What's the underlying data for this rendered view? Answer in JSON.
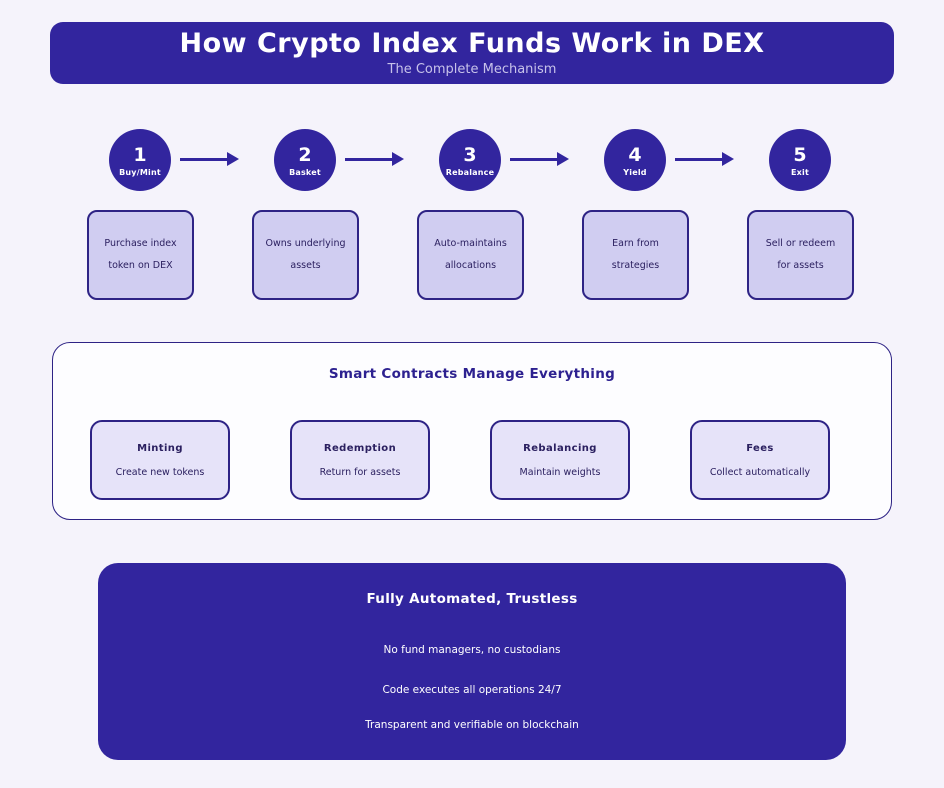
{
  "page": {
    "background": "#f5f3fb",
    "accent_dark": "#32259e",
    "step_box_fill": "#d0cdf1",
    "box_border": "#2e2385",
    "inner_box_fill": "#e6e3f9",
    "text_dark": "#2b2060",
    "subtitle_color": "#c7c2ea"
  },
  "header": {
    "title": "How Crypto Index Funds Work in DEX",
    "subtitle": "The Complete Mechanism"
  },
  "steps": [
    {
      "number": "1",
      "label": "Buy/Mint",
      "desc_line1": "Purchase index",
      "desc_line2": "token on DEX"
    },
    {
      "number": "2",
      "label": "Basket",
      "desc_line1": "Owns underlying",
      "desc_line2": "assets"
    },
    {
      "number": "3",
      "label": "Rebalance",
      "desc_line1": "Auto-maintains",
      "desc_line2": "allocations"
    },
    {
      "number": "4",
      "label": "Yield",
      "desc_line1": "Earn from",
      "desc_line2": "strategies"
    },
    {
      "number": "5",
      "label": "Exit",
      "desc_line1": "Sell or redeem",
      "desc_line2": "for assets"
    }
  ],
  "smart_contracts": {
    "title": "Smart Contracts Manage Everything",
    "functions": [
      {
        "title": "Minting",
        "subtitle": "Create new tokens"
      },
      {
        "title": "Redemption",
        "subtitle": "Return for assets"
      },
      {
        "title": "Rebalancing",
        "subtitle": "Maintain weights"
      },
      {
        "title": "Fees",
        "subtitle": "Collect automatically"
      }
    ]
  },
  "summary": {
    "title": "Fully Automated, Trustless",
    "points": [
      "No fund managers, no custodians",
      "Code executes all operations 24/7",
      "Transparent and verifiable on blockchain"
    ]
  }
}
